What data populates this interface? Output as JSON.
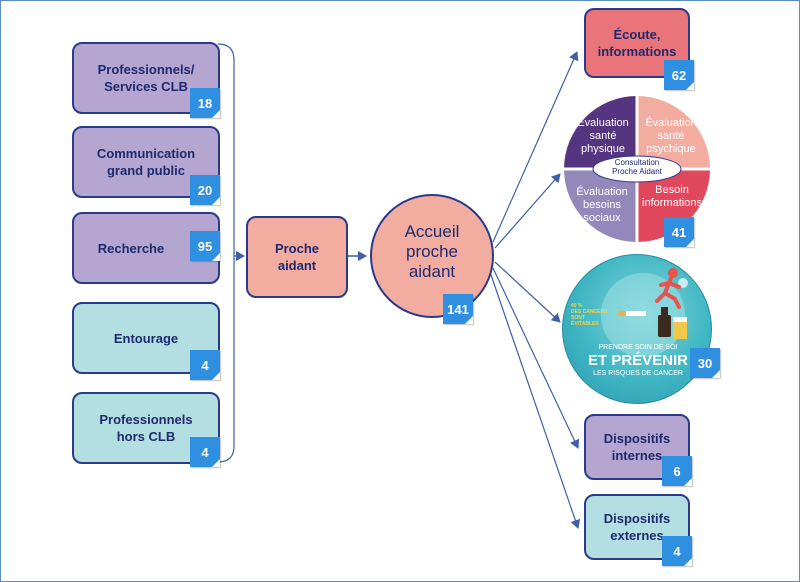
{
  "sources": [
    {
      "label_l1": "Professionnels/",
      "label_l2": "Services CLB",
      "count": "18"
    },
    {
      "label_l1": "Communication",
      "label_l2": "grand public",
      "count": "20"
    },
    {
      "label_l1": "Recherche",
      "label_l2": "",
      "count": "95"
    },
    {
      "label_l1": "Entourage",
      "label_l2": "",
      "count": "4"
    },
    {
      "label_l1": "Professionnels",
      "label_l2": "hors CLB",
      "count": "4"
    }
  ],
  "proche": {
    "l1": "Proche",
    "l2": "aidant"
  },
  "accueil": {
    "l1": "Accueil",
    "l2": "proche",
    "l3": "aidant",
    "count": "141"
  },
  "ecoute": {
    "l1": "Écoute,",
    "l2": "informations",
    "count": "62"
  },
  "consultation": {
    "center_l1": "Consultation",
    "center_l2": "Proche Aidant",
    "q1_l1": "Évaluation",
    "q1_l2": "santé",
    "q1_l3": "physique",
    "q2_l1": "Évaluation",
    "q2_l2": "santé",
    "q2_l3": "psychique",
    "q3_l1": "Évaluation",
    "q3_l2": "besoins",
    "q3_l3": "sociaux",
    "q4_l1": "Besoin",
    "q4_l2": "informations",
    "count": "41"
  },
  "prevention": {
    "small_l1": "40 %",
    "small_l2": "DES CANCERS",
    "small_l3": "SONT",
    "small_l4": "ÉVITABLES",
    "l1": "PRENDRE SOIN DE SOI",
    "l2": "ET PRÉVENIR",
    "l3": "LES RISQUES DE CANCER",
    "count": "30"
  },
  "internes": {
    "l1": "Dispositifs",
    "l2": "internes",
    "count": "6"
  },
  "externes": {
    "l1": "Dispositifs",
    "l2": "externes",
    "count": "4"
  },
  "colors": {
    "purple": "#b4a6d0",
    "lightblue": "#b3dfe3",
    "salmon": "#f3aca0",
    "red": "#e9757a",
    "badge": "#2f8fe0",
    "navy": "#2a3a8c"
  }
}
